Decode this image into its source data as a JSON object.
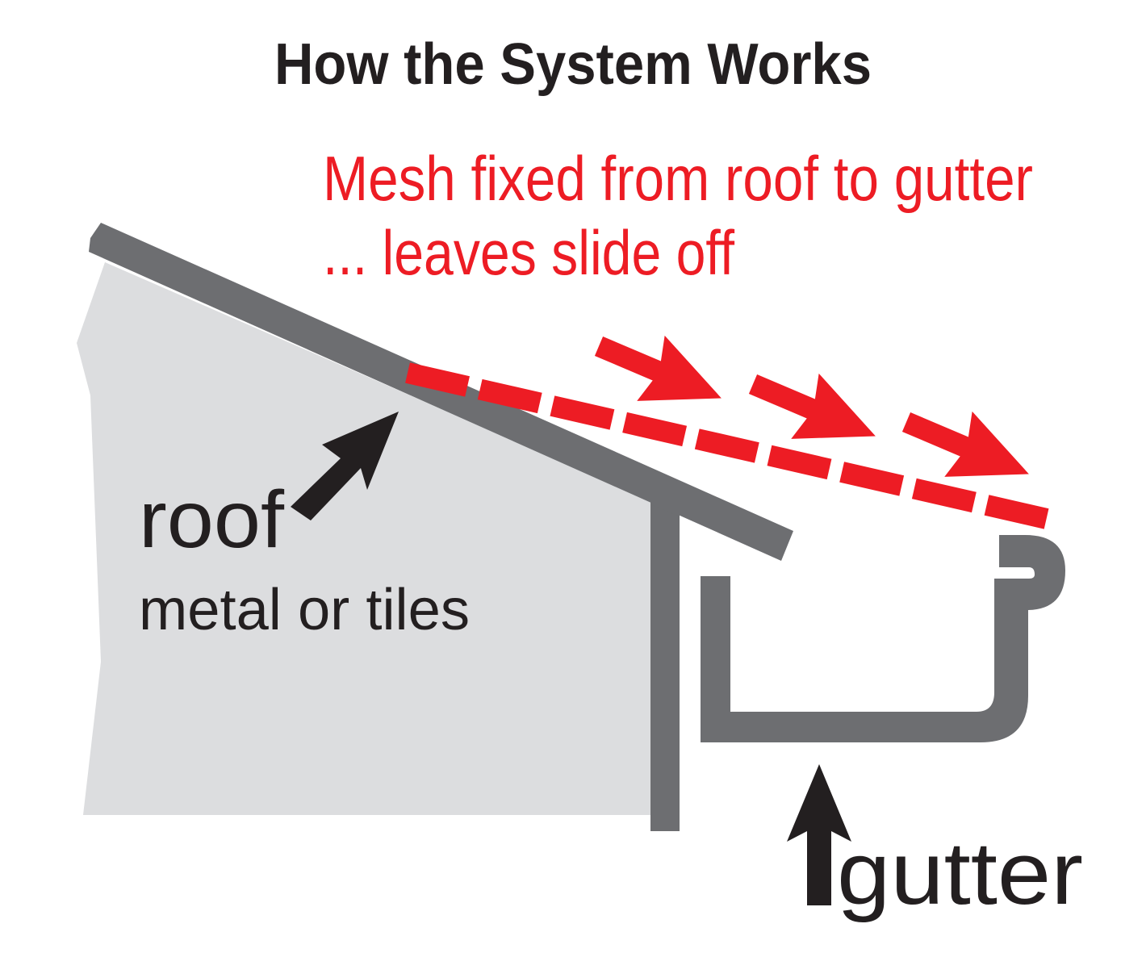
{
  "title": "How the System Works",
  "caption": {
    "line1": "Mesh fixed from roof to gutter",
    "line2": "... leaves slide off"
  },
  "labels": {
    "roof": "roof",
    "roof_sub": "metal or tiles",
    "gutter": "gutter"
  },
  "colors": {
    "accent_red": "#ED1C24",
    "structure_gray": "#6D6E71",
    "wall_fill": "#DCDDDF",
    "text_black": "#231F20",
    "background": "#FFFFFF"
  },
  "icons": {
    "roof_pointer": "arrow-up-right-icon",
    "gutter_pointer": "arrow-up-icon",
    "flow_arrows": "arrow-right-icon"
  }
}
